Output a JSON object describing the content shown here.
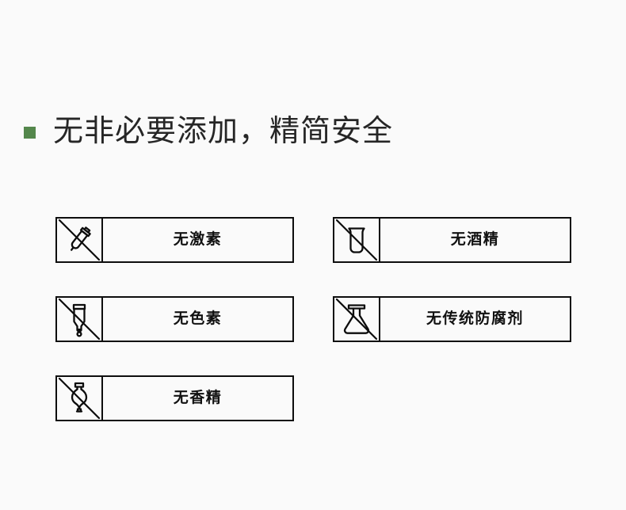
{
  "page": {
    "background_color": "#fafafa",
    "text_color": "#262626"
  },
  "heading": {
    "bullet_icon": "square-bullet-icon",
    "bullet_color": "#54874c",
    "text": "无非必要添加，精简安全"
  },
  "badges": [
    {
      "icon": "vial-slashed-icon",
      "label": "无激素",
      "column": "left",
      "row": 1
    },
    {
      "icon": "beaker-slashed-icon",
      "label": "无酒精",
      "column": "right",
      "row": 1
    },
    {
      "icon": "dropper-bottle-slashed-icon",
      "label": "无色素",
      "column": "left",
      "row": 2
    },
    {
      "icon": "erlenmeyer-flask-slashed-icon",
      "label": "无传统防腐剂",
      "column": "right",
      "row": 2
    },
    {
      "icon": "perfume-bottle-slashed-icon",
      "label": "无香精",
      "column": "left",
      "row": 3
    }
  ]
}
